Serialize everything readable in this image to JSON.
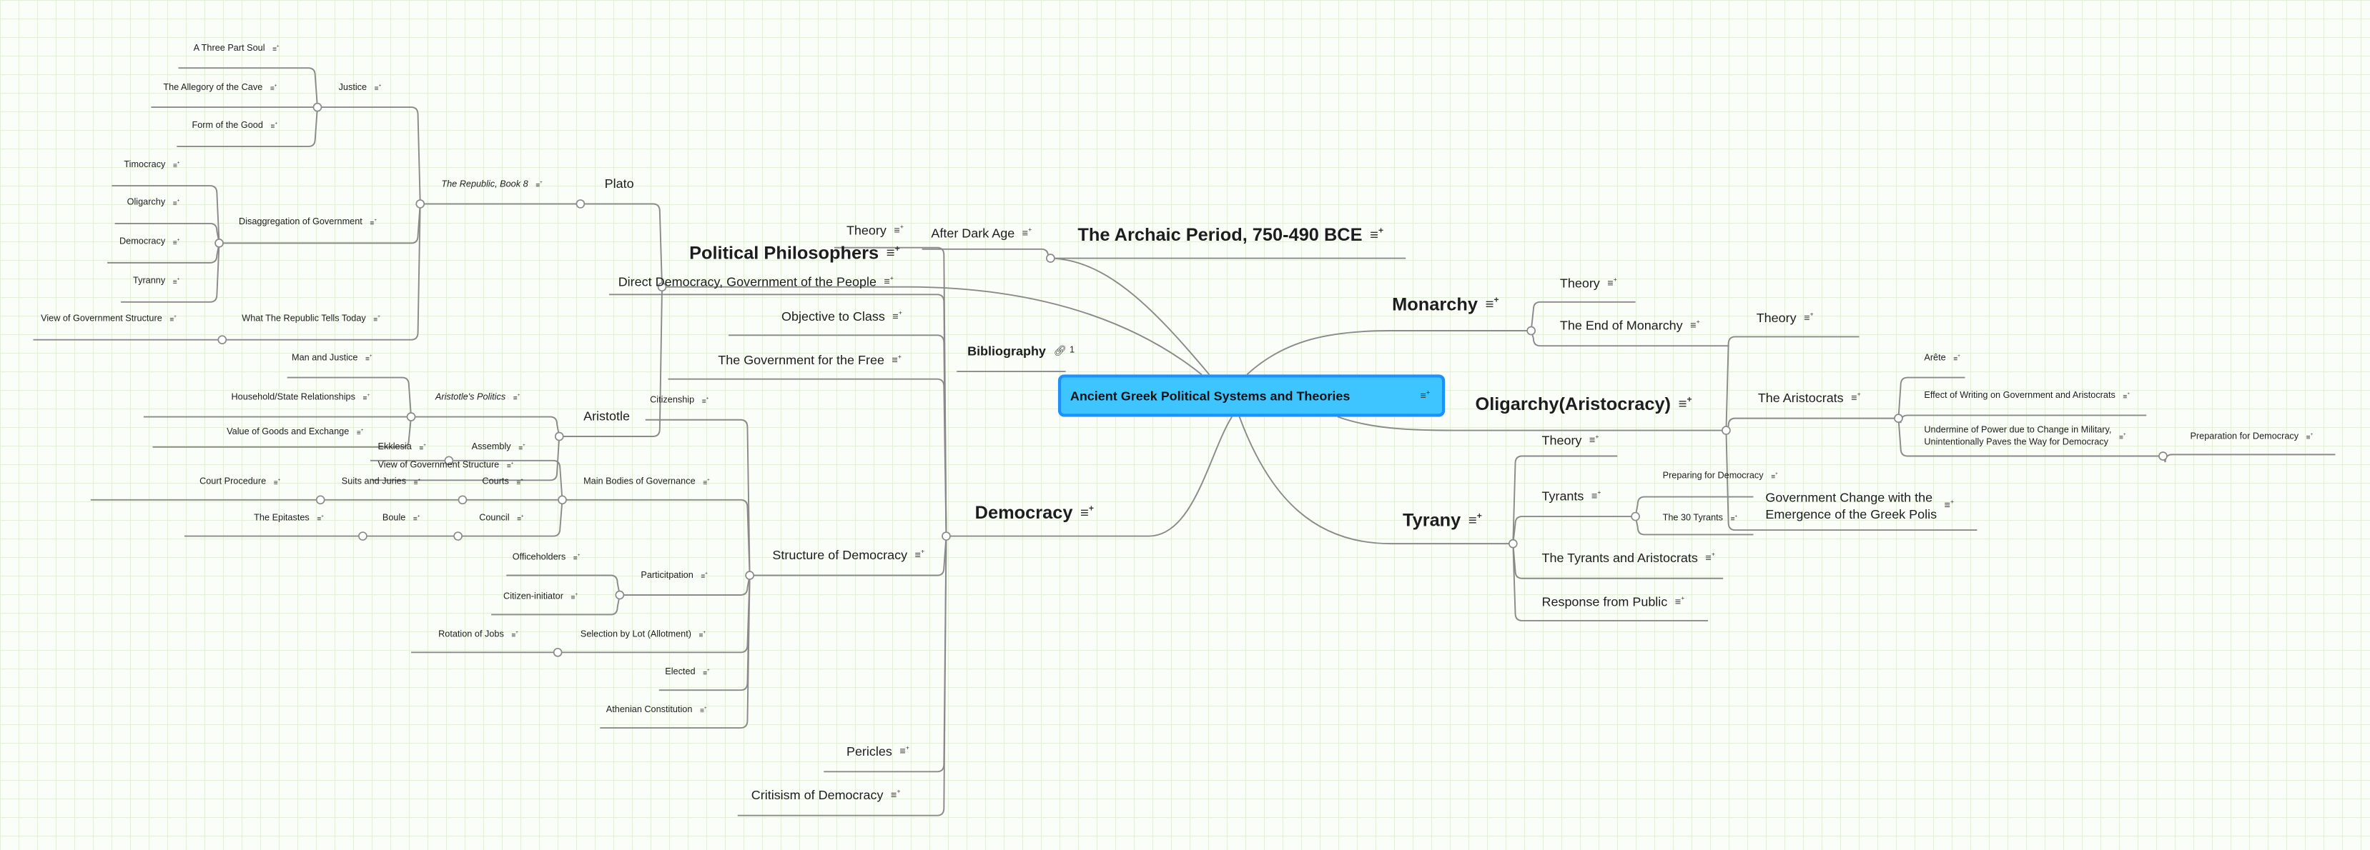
{
  "canvas": {
    "grid_color": "#e4efd9",
    "central_fill": "#3ec5ff",
    "central_border": "#1e8fff",
    "line_color": "#8a8a8a"
  },
  "icons": {
    "note": "note-add-icon",
    "link": "link-icon"
  },
  "central": "Ancient Greek Political Systems and Theories",
  "archaic": {
    "label": "The Archaic Period, 750-490 BCE",
    "after_dark_age": "After Dark Age"
  },
  "bibliography": {
    "label": "Bibliography",
    "link_count": "1"
  },
  "political_philosophers": {
    "label": "Political Philosophers",
    "plato": {
      "label": "Plato",
      "republic": {
        "label": "The Republic, Book 8",
        "justice": {
          "label": "Justice",
          "items": [
            "A Three Part Soul",
            "The Allegory of the Cave",
            "Form of the Good"
          ]
        },
        "disaggregation": {
          "label": "Disaggregation of Government",
          "items": [
            "Timocracy",
            "Oligarchy",
            "Democracy",
            "Tyranny"
          ]
        },
        "tells_today": {
          "label": "What The Republic Tells Today",
          "items": [
            "View of Government Structure"
          ]
        }
      }
    },
    "aristotle": {
      "label": "Aristotle",
      "politics": {
        "label": "Aristotle's Politics",
        "items": [
          "Man and Justice",
          "Household/State Relationships",
          "Value of Goods and Exchange"
        ]
      },
      "view": "View of Government Structure"
    }
  },
  "democracy": {
    "label": "Democracy",
    "items": [
      "Theory",
      "Direct Democracy, Government of the People",
      "Objective to Class",
      "The Government for the Free",
      "Pericles",
      "Critisism of Democracy"
    ],
    "structure": {
      "label": "Structure of Democracy",
      "citizenship": "Citizenship",
      "main_bodies": {
        "label": "Main Bodies of Governance",
        "assembly": {
          "label": "Assembly",
          "child": "Ekklesia"
        },
        "courts": {
          "label": "Courts",
          "child": "Suits and Juries",
          "grandchild": "Court Procedure"
        },
        "council": {
          "label": "Council",
          "child": "Boule",
          "grandchild": "The Epitastes"
        }
      },
      "participation": {
        "label": "Particitpation",
        "items": [
          "Officeholders",
          "Citizen-initiator"
        ]
      },
      "selection": {
        "label": "Selection by Lot (Allotment)",
        "child": "Rotation of Jobs"
      },
      "elected": "Elected",
      "athenian": "Athenian Constitution"
    }
  },
  "monarchy": {
    "label": "Monarchy",
    "items": [
      "Theory",
      "The End of Monarchy"
    ]
  },
  "oligarchy": {
    "label": "Oligarchy(Aristocracy)",
    "theory": "Theory",
    "aristocrats": {
      "label": "The Aristocrats",
      "items": [
        "Arête",
        "Effect of Writing on Government and Aristocrats",
        "Undermine of Power due to Change in Military,\nUnintentionally Paves the Way for Democracy"
      ],
      "preparation": "Preparation for Democracy"
    },
    "gov_change": "Government Change with the\nEmergence of the Greek Polis"
  },
  "tyrany": {
    "label": "Tyrany",
    "theory": "Theory",
    "tyrants": {
      "label": "Tyrants",
      "items": [
        "Preparing for Democracy",
        "The 30 Tyrants"
      ]
    },
    "tyrants_aristocrats": "The Tyrants and Aristocrats",
    "response": "Response from Public"
  }
}
